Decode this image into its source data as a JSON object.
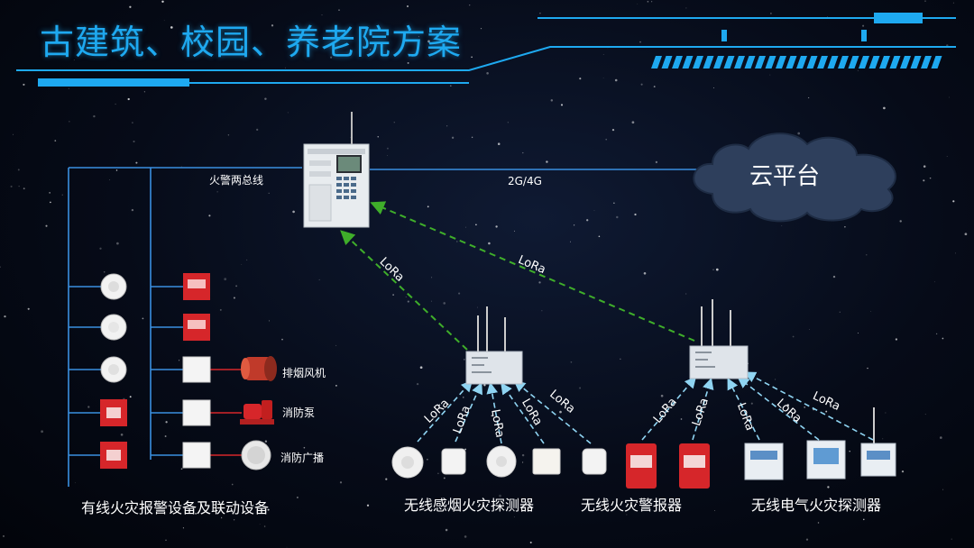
{
  "title": "古建筑、校园、养老院方案",
  "labels": {
    "bus": "火警两总线",
    "network": "2G/4G",
    "cloud": "云平台",
    "lora": "LoRa",
    "exhaust_fan": "排烟风机",
    "fire_pump": "消防泵",
    "fire_broadcast": "消防广播"
  },
  "captions": {
    "wired": "有线火灾报警设备及联动设备",
    "wireless_smoke": "无线感烟火灾探测器",
    "wireless_alarm": "无线火灾警报器",
    "wireless_electric": "无线电气火灾探测器"
  },
  "colors": {
    "accent": "#1ea9f0",
    "line": "#3a8fe0",
    "lora_dashed": "#3fae2a",
    "cloud": "#2c3f5e",
    "fire_red": "#d6262a"
  },
  "icons": [
    "smoke-detector-icon",
    "manual-call-point-icon",
    "module-box-icon",
    "exhaust-fan-icon",
    "fire-pump-icon",
    "speaker-icon",
    "gateway-icon",
    "panel-icon",
    "cloud-icon"
  ]
}
